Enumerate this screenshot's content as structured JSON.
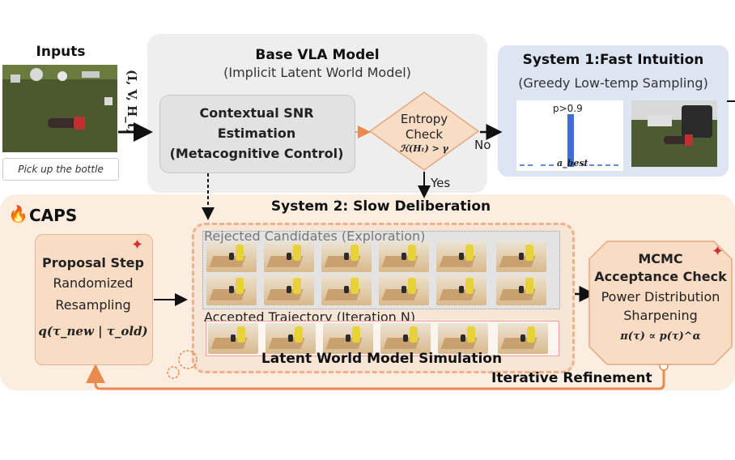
{
  "inputs": {
    "title": "Inputs",
    "vector_label": "(I, V, H_t)",
    "caption": "Pick up the bottle"
  },
  "base_model": {
    "title": "Base VLA Model",
    "subtitle": "(Implicit Latent World Model)",
    "snr_line1": "Contextual SNR",
    "snr_line2": "Estimation",
    "snr_line3": "(Metacognitive Control)",
    "entropy_line1": "Entropy",
    "entropy_line2": "Check",
    "entropy_formula": "ℋ(Hₜ) > γ",
    "no_label": "No",
    "yes_label": "Yes"
  },
  "system1": {
    "title": "System 1:Fast Intuition",
    "subtitle": "(Greedy Low-temp Sampling)",
    "prob_label": "p>0.9",
    "best_label": "a_best",
    "prob_value": 0.9
  },
  "caps": {
    "title": "CAPS",
    "system2_title": "System 2: Slow Deliberation",
    "rejected_label": "Rejected Candidates (Exploration)",
    "accepted_label": "Accepted Trajectory (Iteration N)",
    "simulation_label": "Latent World Model Simulation",
    "proposal_title": "Proposal Step",
    "proposal_line1": "Randomized",
    "proposal_line2": "Resampling",
    "proposal_formula": "q(τ_new | τ_old)",
    "mcmc_title1": "MCMC",
    "mcmc_title2": "Acceptance Check",
    "mcmc_line1": "Power Distribution",
    "mcmc_line2": "Sharpening",
    "mcmc_formula": "π(τ) ∝ p(τ)^α",
    "refinement_label": "Iterative Refinement"
  },
  "colors": {
    "caps_bg": "#fbeee0",
    "accent_orange": "#e98a4e",
    "star_red": "#d32f2f",
    "system1_bg": "#dde5f3",
    "bar_blue": "#3f6fd1"
  }
}
